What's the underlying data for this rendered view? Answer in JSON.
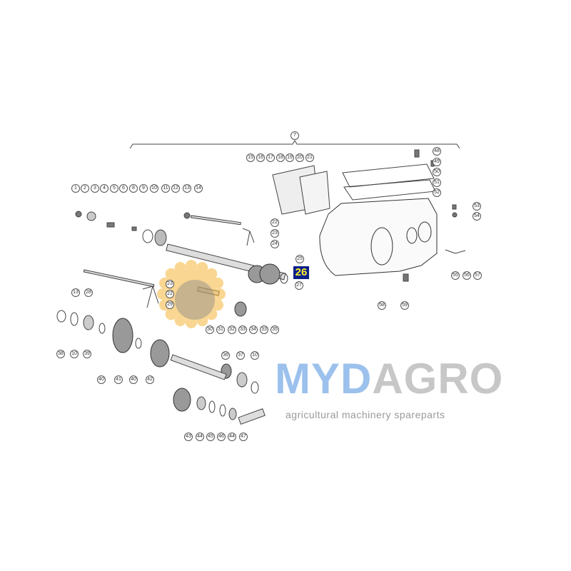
{
  "diagram": {
    "title_callout": "7",
    "highlighted_part": "26",
    "callouts": [
      "1",
      "2",
      "3",
      "4",
      "5",
      "6",
      "8",
      "9",
      "10",
      "11",
      "12",
      "13",
      "14",
      "15",
      "16",
      "17",
      "18",
      "19",
      "20",
      "21",
      "22",
      "23",
      "24",
      "25",
      "26",
      "27",
      "13",
      "28",
      "23",
      "22",
      "29",
      "30",
      "31",
      "32",
      "33",
      "34",
      "33",
      "35",
      "48",
      "49",
      "50",
      "51",
      "52",
      "53",
      "54",
      "55",
      "56",
      "57",
      "58",
      "59",
      "38",
      "10",
      "39",
      "40",
      "41",
      "40",
      "42",
      "36",
      "37",
      "10",
      "43",
      "44",
      "45",
      "46",
      "44",
      "47"
    ]
  },
  "watermark": {
    "brand_part1": "MYD",
    "brand_part2": "AGRO",
    "tagline": "agricultural machinery spareparts"
  },
  "colors": {
    "highlight_bg": "#0b1f8a",
    "highlight_text": "#ffef2e",
    "brand_blue": "#4d8fe0",
    "brand_grey": "#9a9a9a"
  }
}
